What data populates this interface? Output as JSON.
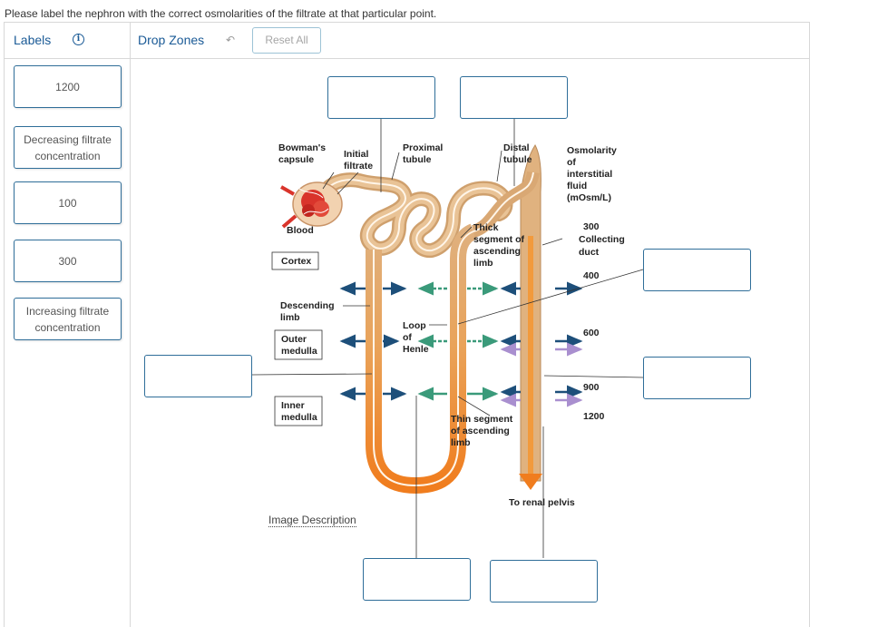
{
  "instructions": "Please label the nephron with the correct osmolarities of the filtrate at that particular point.",
  "header": {
    "labels_title": "Labels",
    "dropzones_title": "Drop Zones",
    "reset_label": "Reset All"
  },
  "labels": [
    {
      "text": "1200"
    },
    {
      "text": "Decreasing filtrate concentration"
    },
    {
      "text": "100"
    },
    {
      "text": "300"
    },
    {
      "text": "Increasing filtrate concentration"
    }
  ],
  "diagram": {
    "bowmans_capsule": [
      "Bowman's",
      "capsule"
    ],
    "initial_filtrate": [
      "Initial",
      "filtrate"
    ],
    "proximal_tubule": [
      "Proximal",
      "tubule"
    ],
    "distal_tubule": [
      "Distal",
      "tubule"
    ],
    "osmolarity": [
      "Osmolarity",
      "of",
      "interstitial",
      "fluid",
      "(mOsm/L)"
    ],
    "blood": "Blood",
    "thick_segment": [
      "Thick",
      "segment of",
      "ascending",
      "limb"
    ],
    "collecting_duct": [
      "300",
      "Collecting",
      "duct"
    ],
    "cortex": "Cortex",
    "descending_limb": [
      "Descending",
      "limb"
    ],
    "loop_of_henle": [
      "Loop",
      "of",
      "Henle"
    ],
    "outer_medulla": [
      "Outer",
      "medulla"
    ],
    "inner_medulla": [
      "Inner",
      "medulla"
    ],
    "thin_segment": [
      "Thin segment",
      "of ascending",
      "limb"
    ],
    "to_renal_pelvis": "To renal pelvis",
    "osm_400": "400",
    "osm_600": "600",
    "osm_900": "900",
    "osm_1200": "1200"
  },
  "image_description_link": "Image Description",
  "colors": {
    "accent": "#1a5a96",
    "tubule": "#dfb07e",
    "loop": "#f28a2a",
    "arrow_blue": "#1d4f7a",
    "arrow_green": "#3a9a7a",
    "arrow_purple": "#a98fcf"
  }
}
